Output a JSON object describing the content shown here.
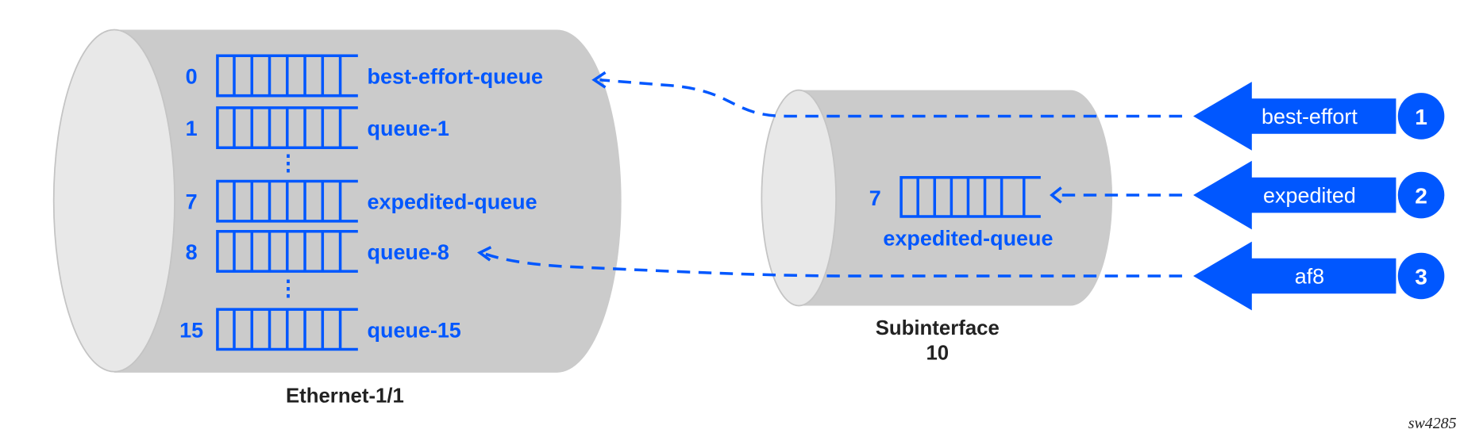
{
  "ethernet": {
    "caption": "Ethernet-1/1",
    "queues": [
      {
        "index": "0",
        "name": "best-effort-queue"
      },
      {
        "index": "1",
        "name": "queue-1"
      },
      {
        "index": "7",
        "name": "expedited-queue"
      },
      {
        "index": "8",
        "name": "queue-8"
      },
      {
        "index": "15",
        "name": "queue-15"
      }
    ],
    "ellipsis": "⋮"
  },
  "subinterface": {
    "caption_line1": "Subinterface",
    "caption_line2": "10",
    "queue": {
      "index": "7",
      "name": "expedited-queue"
    }
  },
  "classes": [
    {
      "label": "best-effort",
      "number": "1"
    },
    {
      "label": "expedited",
      "number": "2"
    },
    {
      "label": "af8",
      "number": "3"
    }
  ],
  "figure_id": "sw4285",
  "colors": {
    "accent": "#0057ff",
    "cylinder": "#cbcbcb",
    "face": "#e8e8e8"
  }
}
